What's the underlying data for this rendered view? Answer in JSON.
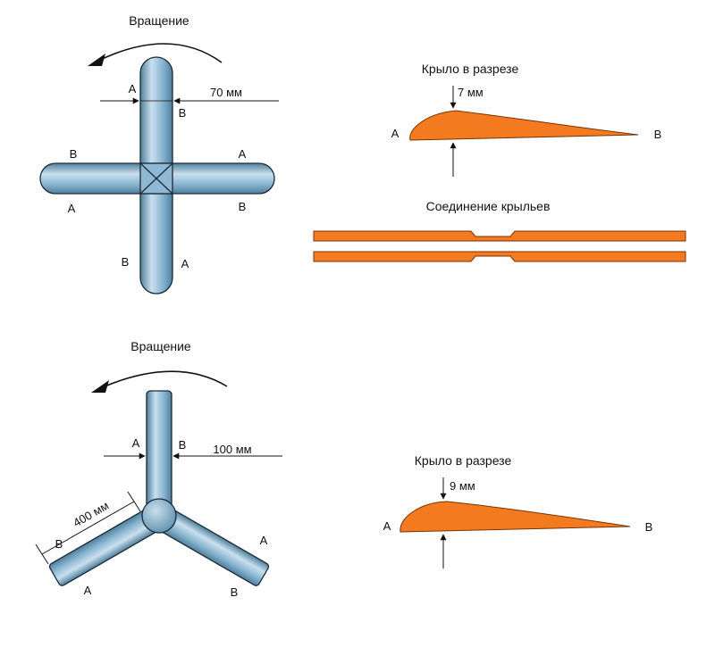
{
  "colors": {
    "blade": "#86b4cf",
    "blade_light": "#c9e0ee",
    "blade_dark": "#4f7f9c",
    "outline": "#1b2a36",
    "airfoil": "#f47a1f",
    "airfoil_outline": "#7a3300"
  },
  "top_rotor": {
    "rotation_label": "Вращение",
    "dimension_label": "70 мм",
    "dim_a": "A",
    "dim_b": "B",
    "left_blade": {
      "top": "B",
      "bottom": "A"
    },
    "right_blade": {
      "top": "A",
      "bottom": "B"
    },
    "bottom_blade": {
      "left": "B",
      "right": "A"
    }
  },
  "top_airfoil": {
    "title": "Крыло в разрезе",
    "thickness_label": "7 мм",
    "leading": "A",
    "trailing": "B"
  },
  "joint": {
    "title": "Соединение крыльев"
  },
  "bottom_rotor": {
    "rotation_label": "Вращение",
    "dimension_label": "100 мм",
    "length_label": "400 мм",
    "dim_a": "A",
    "dim_b": "B",
    "length_end": "B",
    "left_blade_tip": "A",
    "right_blade_top": "A",
    "right_blade_bottom": "B"
  },
  "bottom_airfoil": {
    "title": "Крыло в разрезе",
    "thickness_label": "9 мм",
    "leading": "A",
    "trailing": "B"
  }
}
